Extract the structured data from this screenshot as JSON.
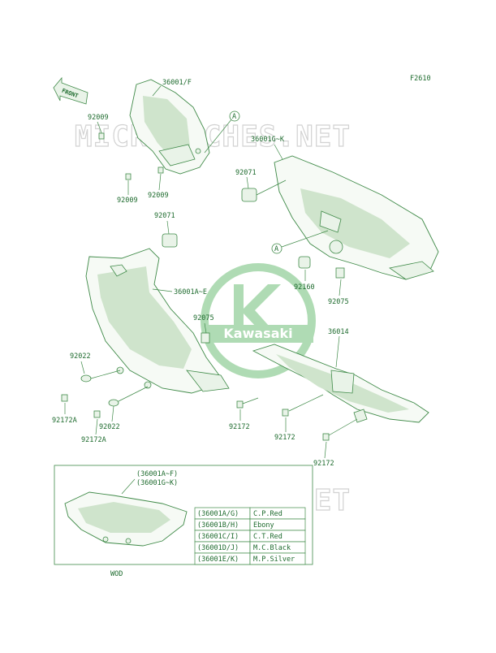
{
  "figure_code": "F2610",
  "front_label": "FRONT",
  "watermark": "MICROFICHES.NET",
  "logo_text": "Kawasaki",
  "ref_marker": "A",
  "parts": {
    "cover_upper": "36001/F",
    "cover_right": "36001G~K",
    "cover_left": "36001A~E",
    "chain_cover": "36014",
    "bolt_92009": "92009",
    "grommet_92071": "92071",
    "collar_92160": "92160",
    "clip_92075": "92075",
    "washer_92022": "92022",
    "bolt_92172A": "92172A",
    "bolt_92172": "92172"
  },
  "inset": {
    "header_1": "(36001A~F)",
    "header_2": "(36001G~K)",
    "caption": "WOD",
    "colors": [
      {
        "code": "(36001A/G)",
        "color": "C.P.Red"
      },
      {
        "code": "(36001B/H)",
        "color": "Ebony"
      },
      {
        "code": "(36001C/I)",
        "color": "C.T.Red"
      },
      {
        "code": "(36001D/J)",
        "color": "M.C.Black"
      },
      {
        "code": "(36001E/K)",
        "color": "M.P.Silver"
      }
    ]
  }
}
